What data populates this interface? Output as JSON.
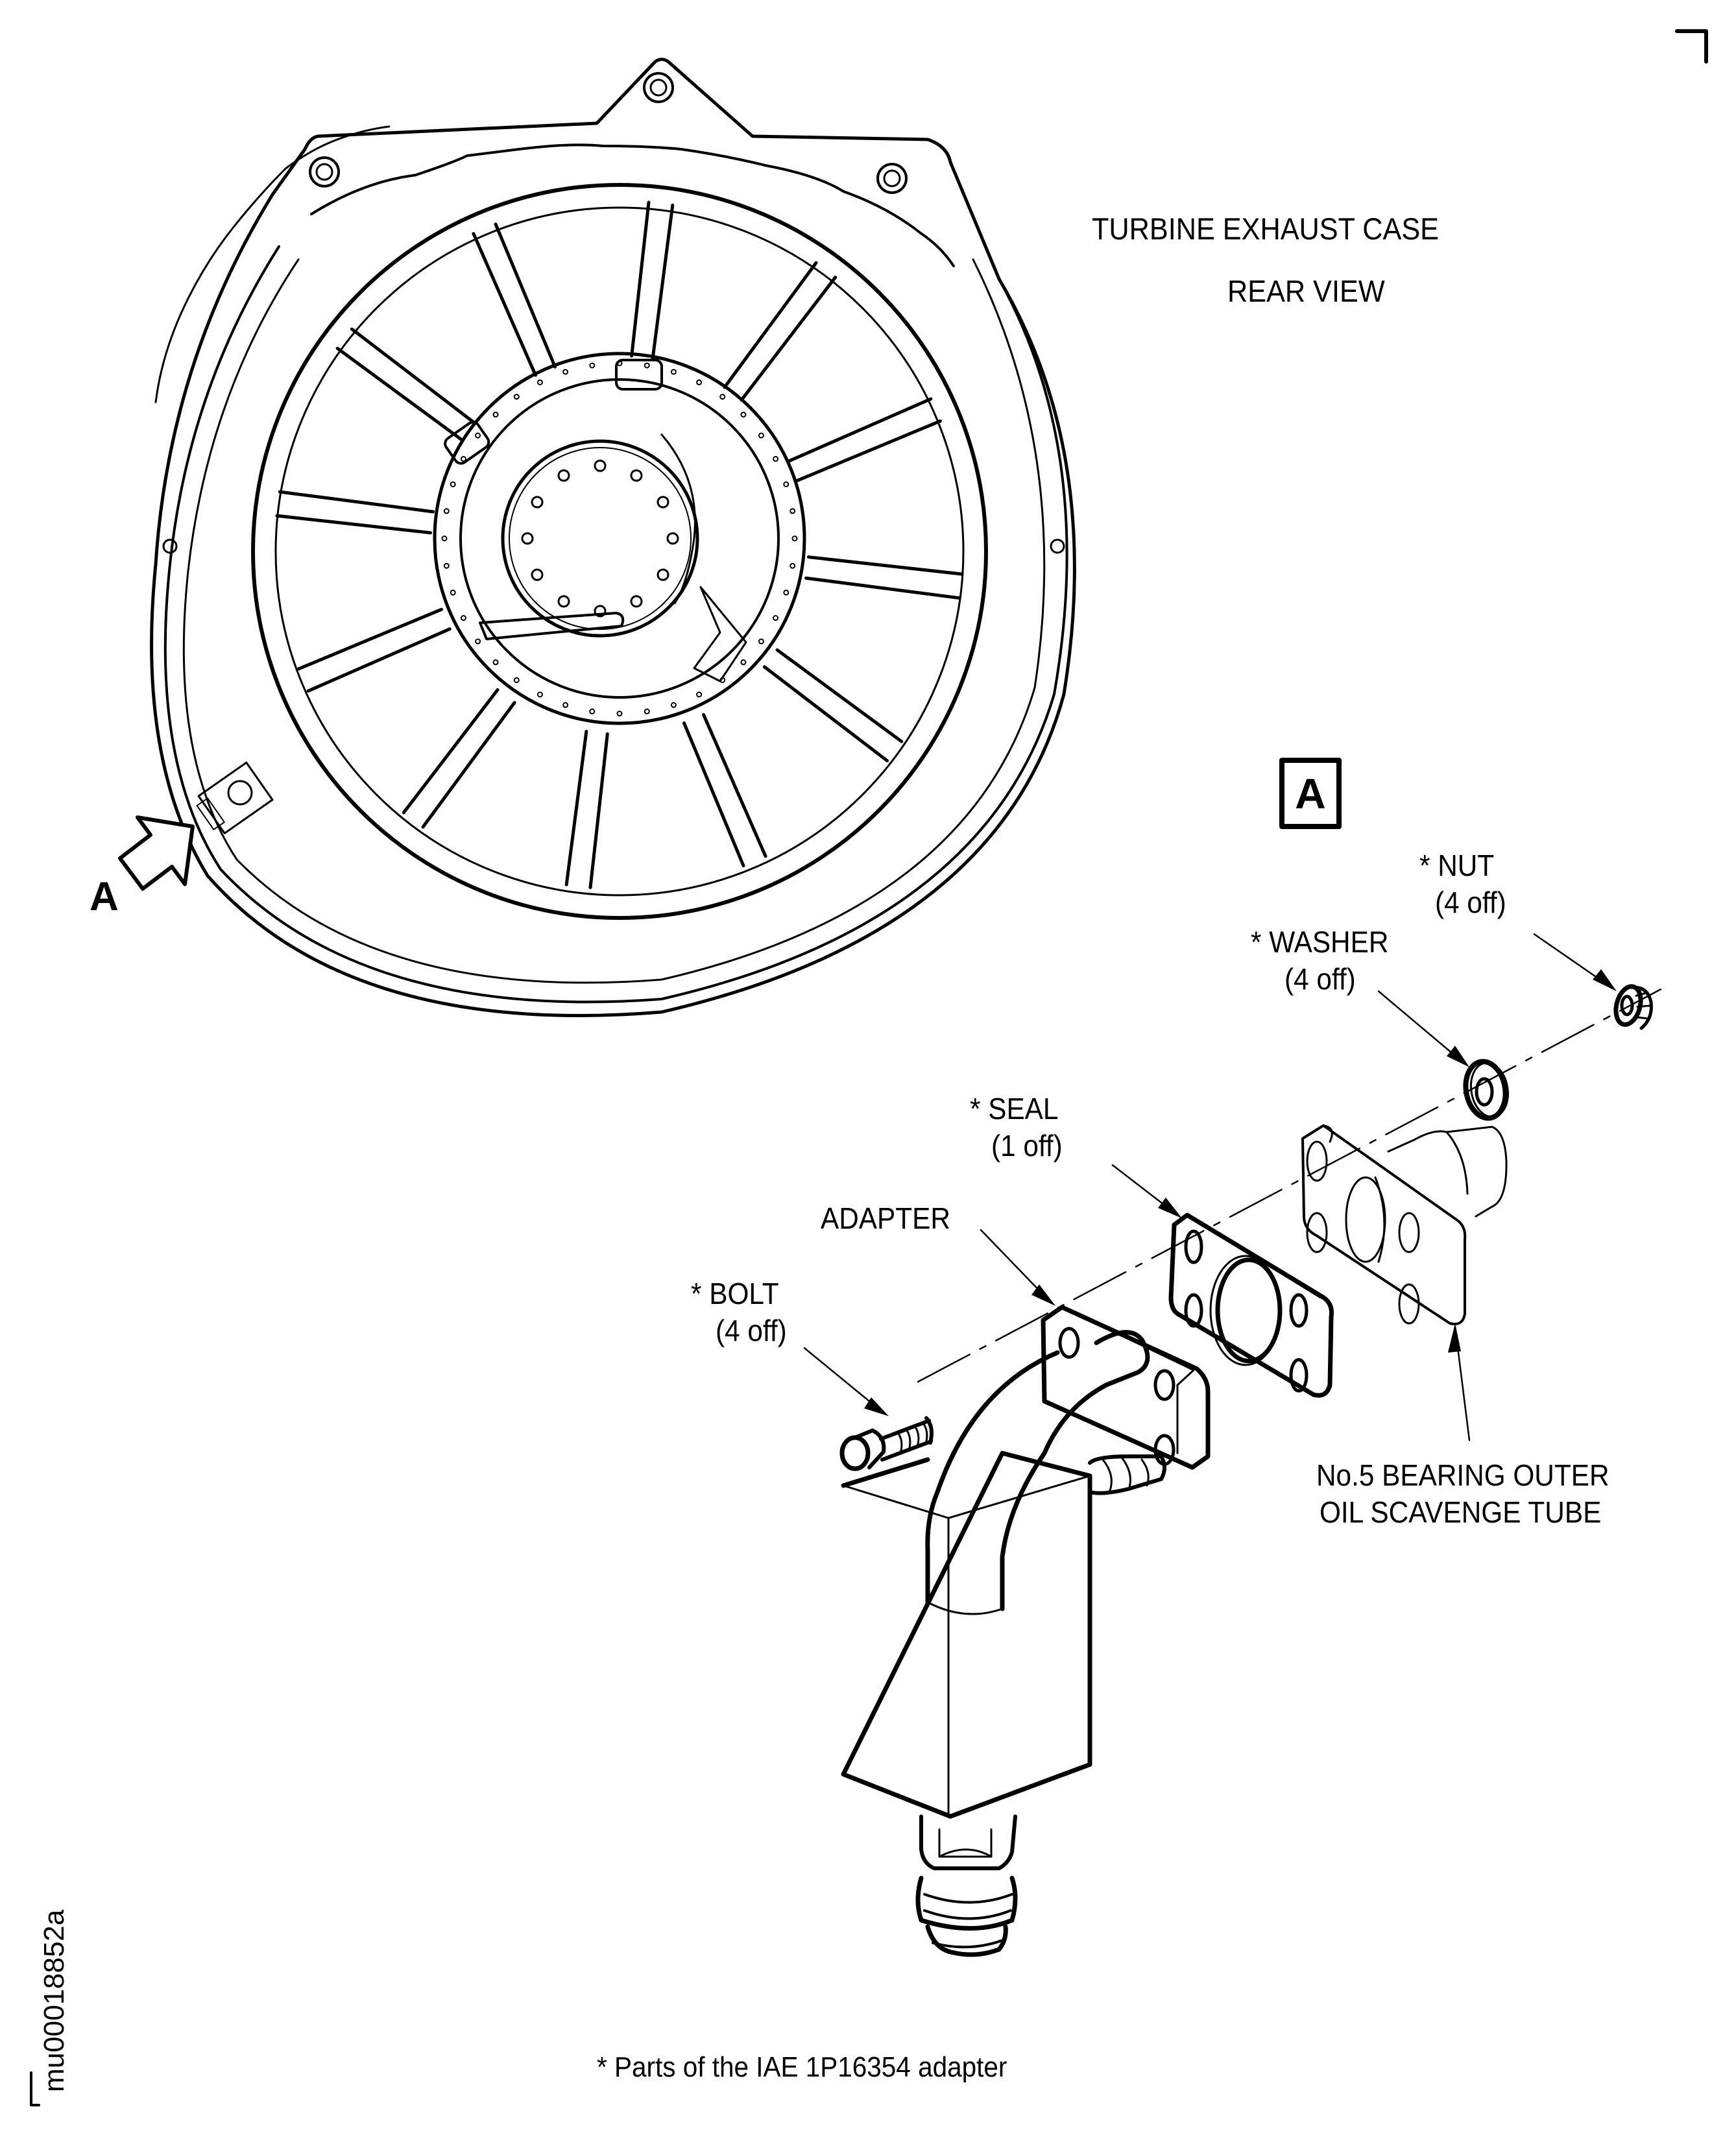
{
  "figure": {
    "title_line1": "TURBINE EXHAUST CASE",
    "title_line2": "REAR VIEW",
    "view_arrow_label": "A",
    "detail_label": "A",
    "figure_id": "mu00018852a",
    "footnote": "* Parts of the IAE 1P16354 adapter"
  },
  "callouts": {
    "nut": {
      "name": "* NUT",
      "qty": "(4 off)"
    },
    "washer": {
      "name": "* WASHER",
      "qty": "(4 off)"
    },
    "seal": {
      "name": "* SEAL",
      "qty": "(1 off)"
    },
    "adapter": {
      "name": "ADAPTER"
    },
    "bolt": {
      "name": "* BOLT",
      "qty": "(4 off)"
    },
    "tube": {
      "line1": "No.5 BEARING OUTER",
      "line2": "OIL SCAVENGE TUBE"
    }
  },
  "colors": {
    "ink": "#000000",
    "paper": "#ffffff"
  }
}
